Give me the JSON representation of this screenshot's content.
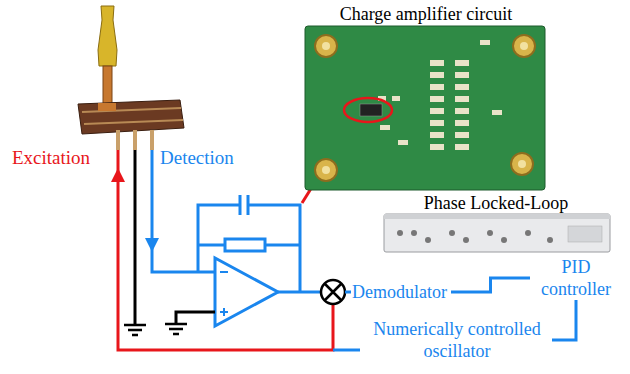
{
  "diagram": {
    "nodes": [
      {
        "text": [
          "Charge amplifier circuit"
        ]
      },
      {
        "text": [
          "Phase Locked-Loop"
        ]
      },
      {
        "text": [
          "Demodulator"
        ]
      },
      {
        "text": [
          "PID controller"
        ]
      },
      {
        "text": [
          "Numerically controlled oscillator"
        ]
      }
    ],
    "edges": [
      {
        "from": 2,
        "to": 3,
        "arrow": "none"
      },
      {
        "from": 3,
        "to": 4,
        "arrow": "none"
      }
    ],
    "labels": [
      "Excitation",
      "Detection"
    ]
  }
}
